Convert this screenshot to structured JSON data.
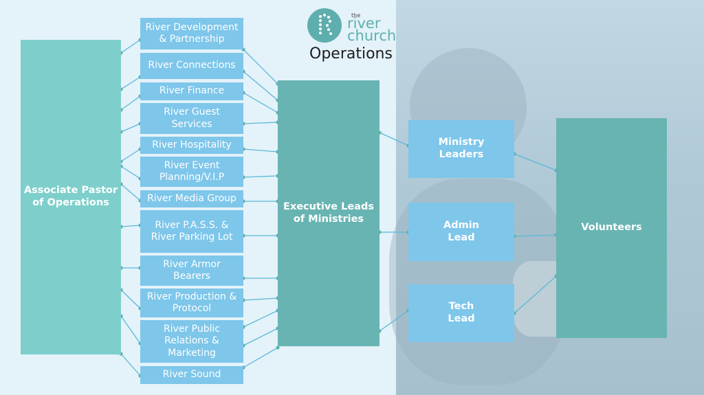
{
  "header": {
    "logo": {
      "small": "the",
      "line1": "river",
      "line2": "church"
    },
    "title": "Operations"
  },
  "left_box": {
    "label": "Associate Pastor\nof Operations"
  },
  "departments": [
    "River Development\n& Partnership",
    "River Connections",
    "River Finance",
    "River Guest\nServices",
    "River Hospitality",
    "River Event\nPlanning/V.I.P",
    "River Media Group",
    "River P.A.S.S. &\nRiver Parking Lot",
    "River Armor\nBearers",
    "River Production &\nProtocol",
    "River Public\nRelations &\nMarketing",
    "River Sound"
  ],
  "center_box": {
    "label": "Executive Leads\nof Ministries"
  },
  "leads": [
    "Ministry\nLeaders",
    "Admin\nLead",
    "Tech\nLead"
  ],
  "right_box": {
    "label": "Volunteers"
  },
  "colors": {
    "teal": "#68b4b2",
    "teal_light": "#7ecfcb",
    "sky": "#7ec6ea",
    "line": "#5ab8d6",
    "dot": "#5fb0b0"
  }
}
